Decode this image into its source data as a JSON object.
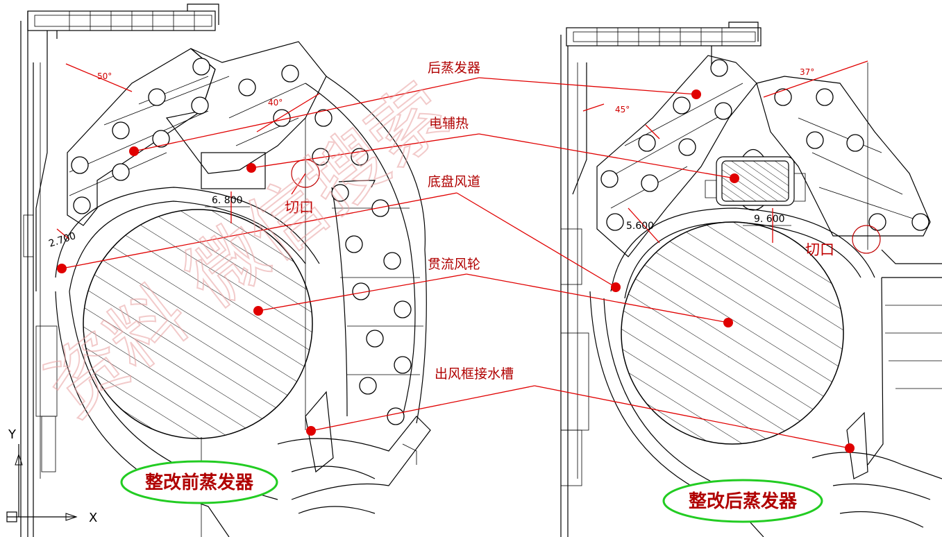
{
  "labels": {
    "rear_evaporator": "后蒸发器",
    "electric_heater": "电辅热",
    "chassis_duct": "底盘风道",
    "crossflow_fan": "贯流风轮",
    "outlet_frame_drain": "出风框接水槽"
  },
  "left": {
    "title": "整改前蒸发器",
    "angle_1": "50°",
    "angle_2": "40°",
    "dim_1": "6. 800",
    "dim_2": "2.700",
    "cut_label": "切口"
  },
  "right": {
    "title": "整改后蒸发器",
    "angle_1": "37°",
    "angle_2": "45°",
    "dim_1": "9. 600",
    "dim_2": "5.600",
    "cut_label": "切口"
  },
  "axes": {
    "y": "Y",
    "x": "X"
  },
  "watermark": "资料 微信搜索",
  "colors": {
    "leader": "#e00000",
    "label": "#b00000",
    "ellipse": "#22cc22"
  }
}
